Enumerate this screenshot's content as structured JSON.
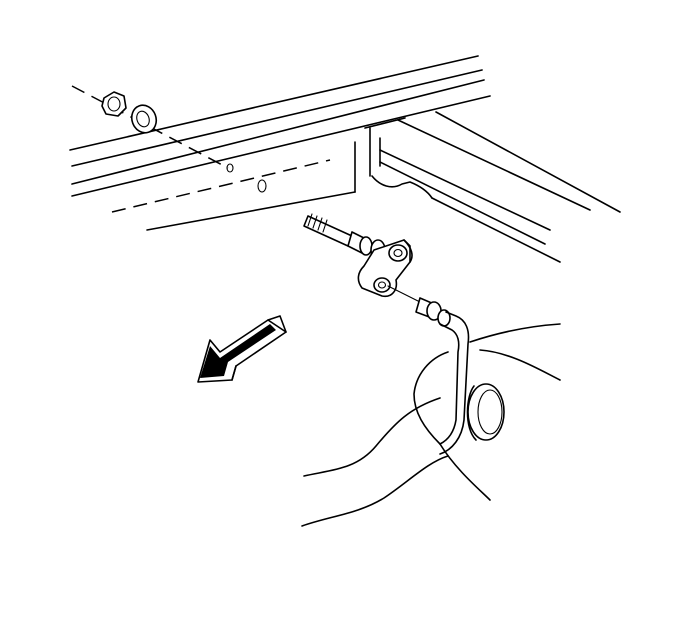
{
  "illustration": {
    "parts": [
      "frame-rail",
      "nut",
      "washer",
      "stud",
      "clamp-bracket",
      "brake-cable",
      "cable-end-fitting",
      "axle-housing",
      "direction-arrow"
    ],
    "colors": {
      "line": "#000000",
      "background": "#ffffff"
    }
  }
}
